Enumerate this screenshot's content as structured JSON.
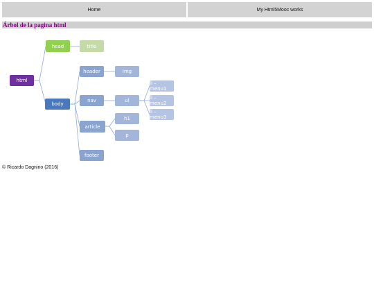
{
  "nav": {
    "home": "Home",
    "works": "My Html5Mooc works"
  },
  "heading": "Árbol de la pagina html",
  "tree": {
    "html": "html",
    "head": "head",
    "title": "title",
    "body": "body",
    "header": "header",
    "img": "img",
    "nav": "nav",
    "ul": "ul",
    "li1": "li – menu1",
    "li2": "li – menu2",
    "li3": "li – menu3",
    "article": "article",
    "h1": "h1",
    "p": "p",
    "footer": "footer"
  },
  "footer": "© Ricardo Dagnino (2016)",
  "colors": {
    "html": "#7030a0",
    "head": "#92d050",
    "body": "#4a78bd",
    "heading_text": "#800080",
    "connector": "#8faadc"
  }
}
